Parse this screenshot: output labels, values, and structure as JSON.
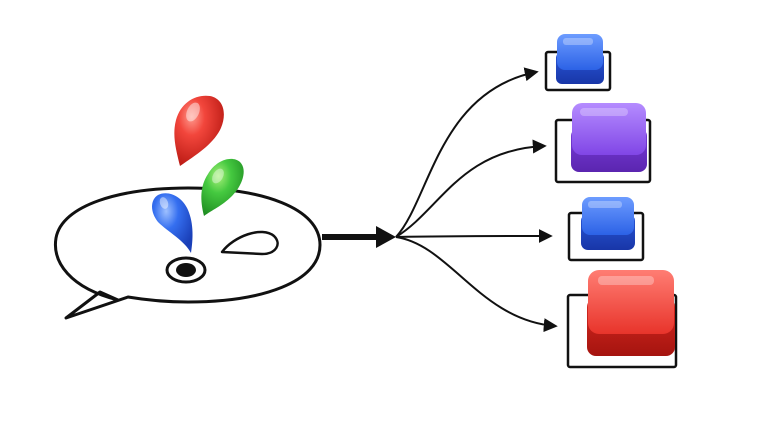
{
  "diagram": {
    "background": "#ffffff",
    "outline_color": "#111111",
    "speech_bubble": {
      "fill": "#ffffff",
      "drops": [
        {
          "name": "red-drop",
          "color": "#e8322a"
        },
        {
          "name": "green-drop",
          "color": "#3bbf3c"
        },
        {
          "name": "blue-drop",
          "color": "#2f66e8"
        }
      ]
    },
    "outputs": [
      {
        "name": "blue",
        "color": "#2d6ff0",
        "size": "small"
      },
      {
        "name": "purple",
        "color": "#8a4be8",
        "size": "medium"
      },
      {
        "name": "blue",
        "color": "#2d6ff0",
        "size": "small"
      },
      {
        "name": "red",
        "color": "#ea3b33",
        "size": "large"
      }
    ]
  }
}
